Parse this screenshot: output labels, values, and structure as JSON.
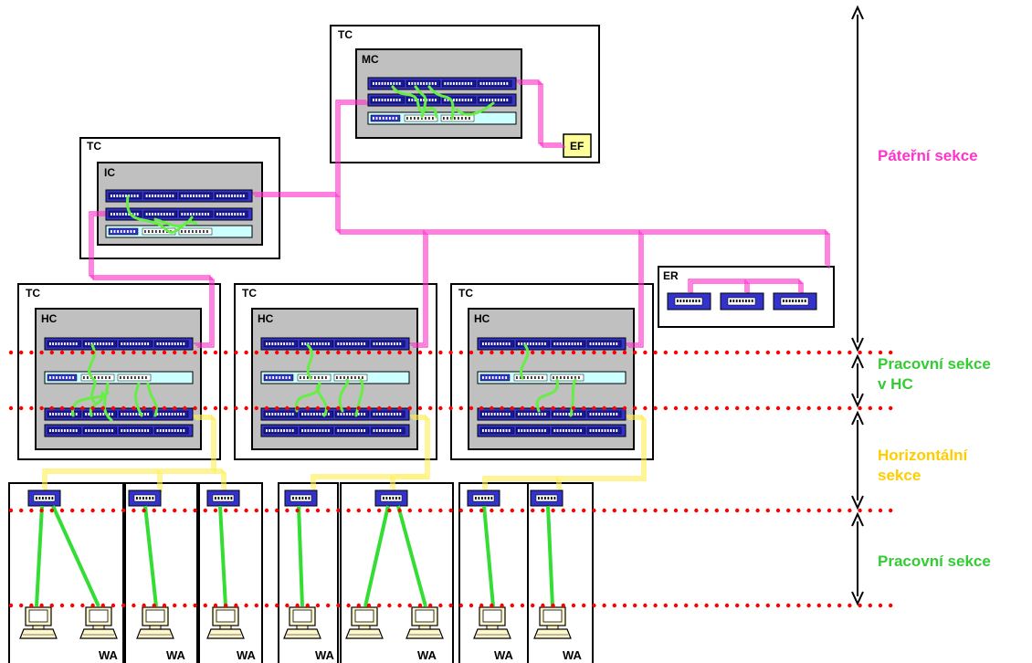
{
  "labels": {
    "tc": "TC",
    "mc": "MC",
    "ic": "IC",
    "hc": "HC",
    "er": "ER",
    "ef": "EF",
    "wa": "WA"
  },
  "sections": [
    {
      "key": "backbone",
      "lines": [
        "Páteřní sekce"
      ],
      "color": "#ff33cc"
    },
    {
      "key": "hc-work",
      "lines": [
        "Pracovní sekce",
        "v HC"
      ],
      "color": "#33cc33"
    },
    {
      "key": "horizontal",
      "lines": [
        "Horizontální",
        "sekce"
      ],
      "color": "#ffcc00"
    },
    {
      "key": "work",
      "lines": [
        "Pracovní sekce"
      ],
      "color": "#33cc33"
    }
  ],
  "colors": {
    "panel": "#3333cc",
    "port": "#ffffff",
    "rack": "#c0c0c0",
    "light_panel": "#ccffff",
    "ef_box": "#ffff99",
    "dotted_line": "#ff0000",
    "patch_cord": "#66ee44",
    "backbone_cable": "#ff33cc",
    "horizontal_cable": "#ffee55"
  },
  "icons": [
    "computer-icon",
    "double-arrow-icon"
  ]
}
